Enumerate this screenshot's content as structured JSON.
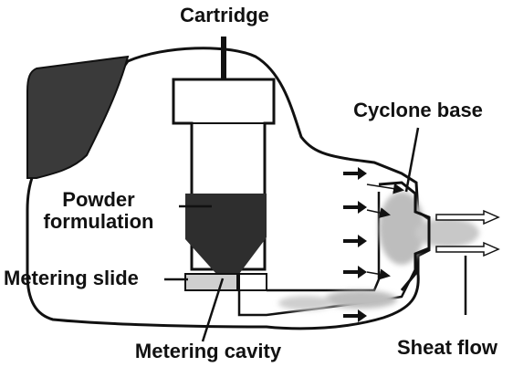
{
  "labels": {
    "cartridge": "Cartridge",
    "cyclone_base": "Cyclone base",
    "powder_line1": "Powder",
    "powder_line2": "formulation",
    "metering_slide": "Metering slide",
    "metering_cavity": "Metering cavity",
    "sheat_flow": "Sheat flow"
  },
  "colors": {
    "ink": "#111111",
    "powder": "#2e2e2e",
    "slide": "#cfcfcf",
    "plume": "#bdbdbd",
    "background": "#ffffff"
  }
}
